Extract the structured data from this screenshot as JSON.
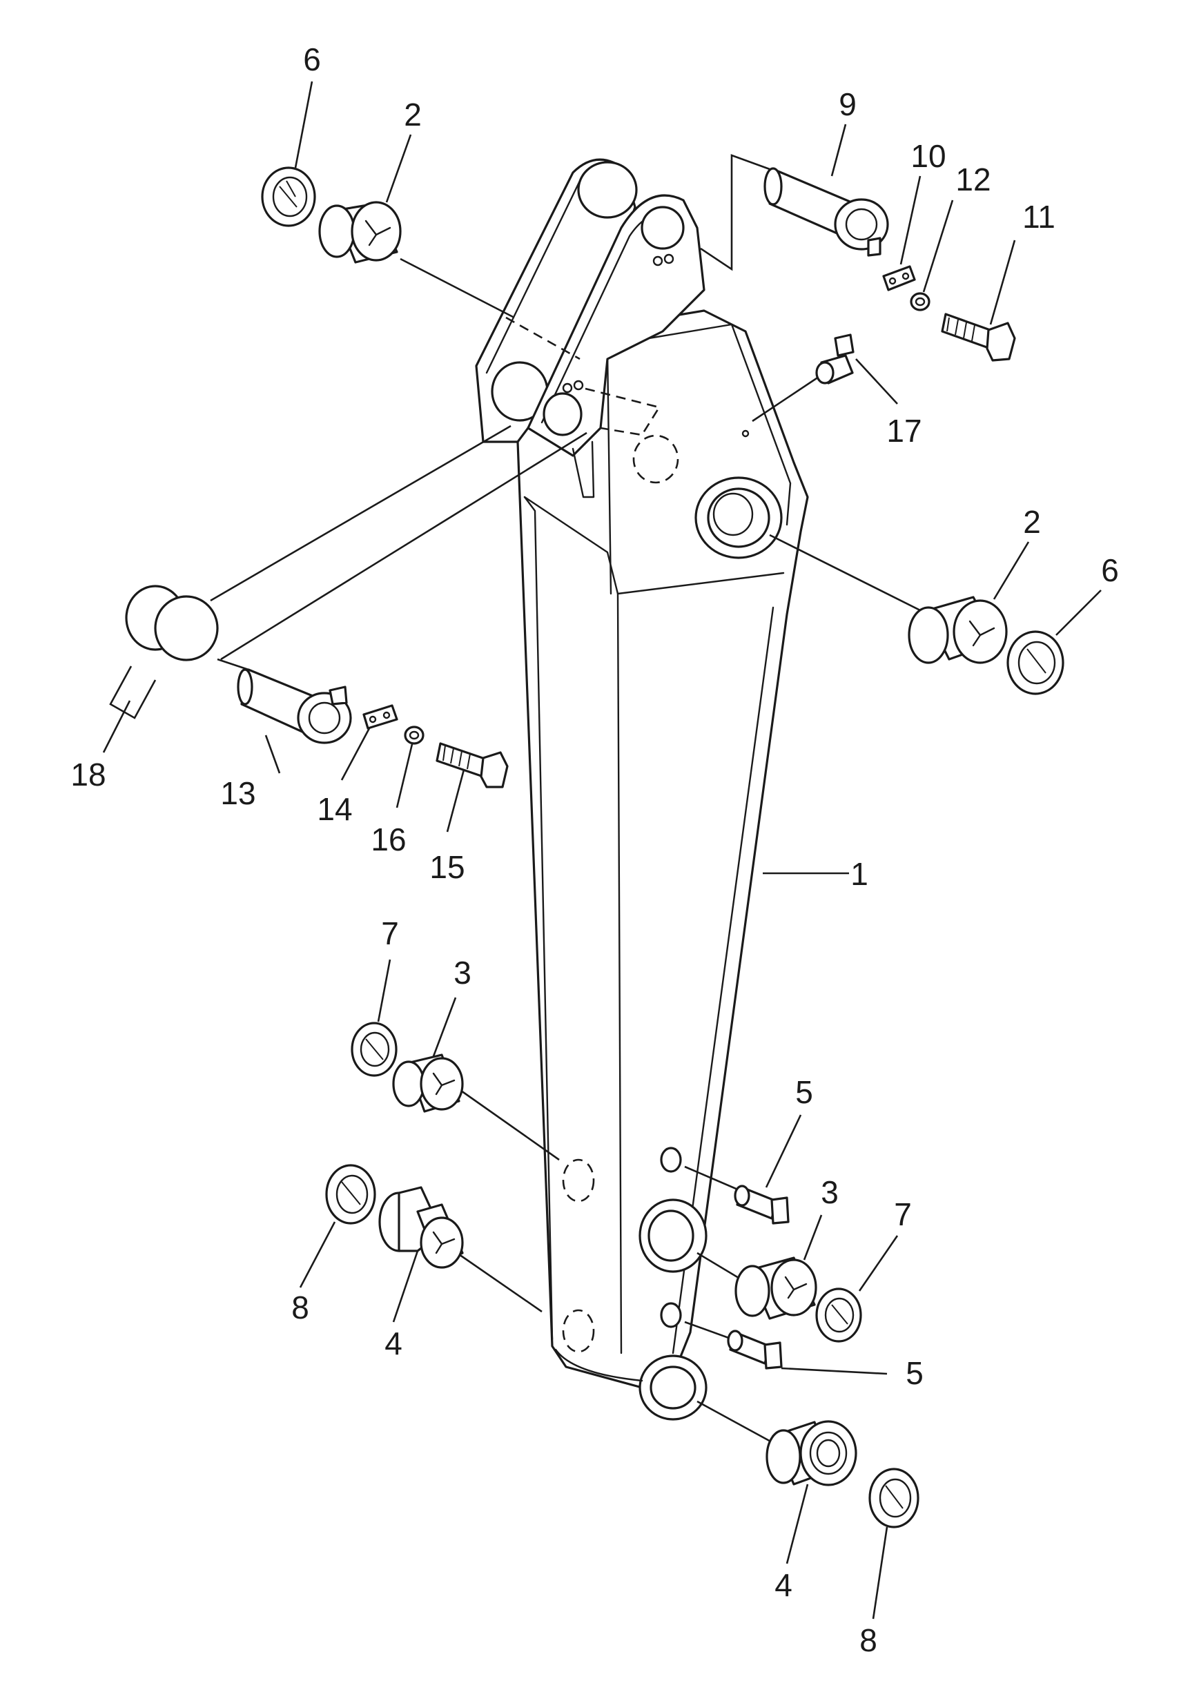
{
  "parts": {
    "p6a": "6",
    "p2a": "2",
    "p9": "9",
    "p10": "10",
    "p12": "12",
    "p11": "11",
    "p17": "17",
    "p2b": "2",
    "p6b": "6",
    "p18": "18",
    "p13": "13",
    "p14": "14",
    "p16": "16",
    "p15": "15",
    "p1": "1",
    "p7a": "7",
    "p3a": "3",
    "p5a": "5",
    "p3b": "3",
    "p7b": "7",
    "p8a": "8",
    "p4a": "4",
    "p5b": "5",
    "p4b": "4",
    "p8b": "8"
  },
  "colors": {
    "line": "#1a1a1a",
    "paper": "#ffffff"
  }
}
